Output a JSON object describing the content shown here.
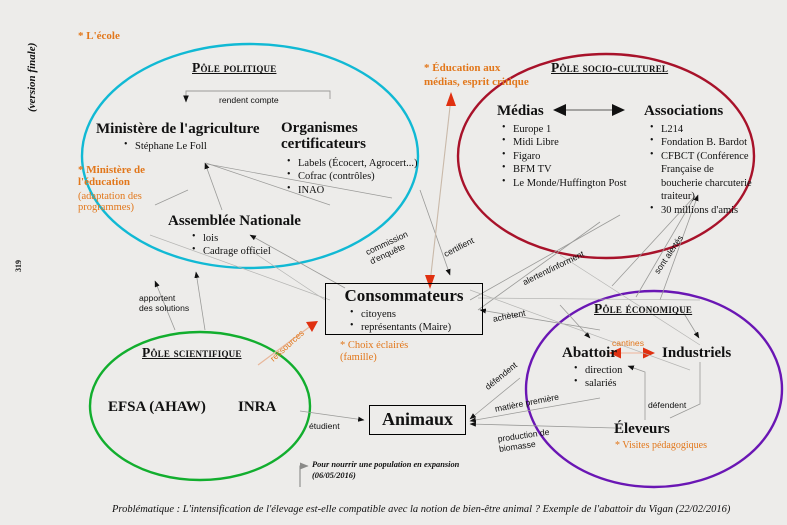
{
  "page": {
    "margin_label": "(version finale)",
    "page_number": "319",
    "caption": "Problématique : L'intensification de l'élevage est-elle compatible avec la notion de bien-être animal ? Exemple de l'abattoir du Vigan (22/02/2016)",
    "footnote": "Pour nourrir une population en expansion (06/05/2016)",
    "background": "#edecea"
  },
  "colors": {
    "politique": "#11b9d4",
    "socioculturel": "#a8122a",
    "scientifique": "#12ae2e",
    "economique": "#6a16b4",
    "accent_orange": "#e2771b",
    "accent_red": "#e03010",
    "edge": "#8a8a88",
    "text": "#111111"
  },
  "poles": [
    {
      "id": "politique",
      "title": "Pôle politique",
      "color": "#11b9d4",
      "actors": [
        {
          "name": "Ministère de l'agriculture",
          "bullets": [
            "Stéphane Le Foll"
          ]
        },
        {
          "name": "Organismes certificateurs",
          "bullets": [
            "Labels (Écocert, Agrocert...)",
            "Cofrac (contrôles)",
            "INAO"
          ]
        },
        {
          "name": "Assemblée Nationale",
          "bullets": [
            "lois",
            "Cadrage officiel"
          ]
        }
      ]
    },
    {
      "id": "socioculturel",
      "title": "Pôle socio-culturel",
      "color": "#a8122a",
      "actors": [
        {
          "name": "Médias",
          "bullets": [
            "Europe 1",
            "Midi Libre",
            "Figaro",
            "BFM TV",
            "Le Monde/Huffington Post"
          ]
        },
        {
          "name": "Associations",
          "bullets": [
            "L214",
            "Fondation B. Bardot",
            "CFBCT (Conférence Française de boucherie charcuterie traiteur)",
            "30 millions d'amis"
          ]
        }
      ]
    },
    {
      "id": "scientifique",
      "title": "Pôle scientifique",
      "color": "#12ae2e",
      "actors": [
        {
          "name": "EFSA (AHAW)",
          "bullets": []
        },
        {
          "name": "INRA",
          "bullets": []
        }
      ]
    },
    {
      "id": "economique",
      "title": "Pôle économique",
      "color": "#6a16b4",
      "actors": [
        {
          "name": "Abattoir",
          "bullets": [
            "direction",
            "salariés"
          ]
        },
        {
          "name": "Industriels",
          "bullets": []
        },
        {
          "name": "Éleveurs",
          "bullets": []
        }
      ]
    }
  ],
  "boxes": [
    {
      "id": "consommateurs",
      "title": "Consommateurs",
      "bullets": [
        "citoyens",
        "représentants (Maire)"
      ]
    },
    {
      "id": "animaux",
      "title": "Animaux",
      "bullets": []
    }
  ],
  "annotations": [
    {
      "id": "ecole",
      "text": "* L'école"
    },
    {
      "id": "ministere-education",
      "text": "* Ministère de l'éducation",
      "sub": "(adaptation des programmes)"
    },
    {
      "id": "education-medias",
      "text": "* Éducation aux médias, esprit critique"
    },
    {
      "id": "choix-eclaires",
      "text": "* Choix éclairés",
      "sub": "(famille)"
    },
    {
      "id": "visites-pedagogiques",
      "text": "* Visites pédagogiques"
    },
    {
      "id": "cantines",
      "text": "cantines"
    },
    {
      "id": "ressources",
      "text": "ressources"
    }
  ],
  "edge_labels": [
    {
      "id": "rendent-compte",
      "text": "rendent compte"
    },
    {
      "id": "apportent-des-solutions",
      "text": "apportent des solutions"
    },
    {
      "id": "commission-enquete",
      "text": "commission d'enquête"
    },
    {
      "id": "certifient",
      "text": "certifient"
    },
    {
      "id": "alertent-informent",
      "text": "alertent/informent"
    },
    {
      "id": "sont-alertes",
      "text": "sont alertés"
    },
    {
      "id": "achetent",
      "text": "achètent"
    },
    {
      "id": "etudient",
      "text": "étudient"
    },
    {
      "id": "defendent",
      "text": "défendent"
    },
    {
      "id": "matiere-premiere",
      "text": "matière première"
    },
    {
      "id": "production-de-biomasse",
      "text": "production de biomasse"
    },
    {
      "id": "defendent-eleveurs",
      "text": "défendent"
    }
  ]
}
